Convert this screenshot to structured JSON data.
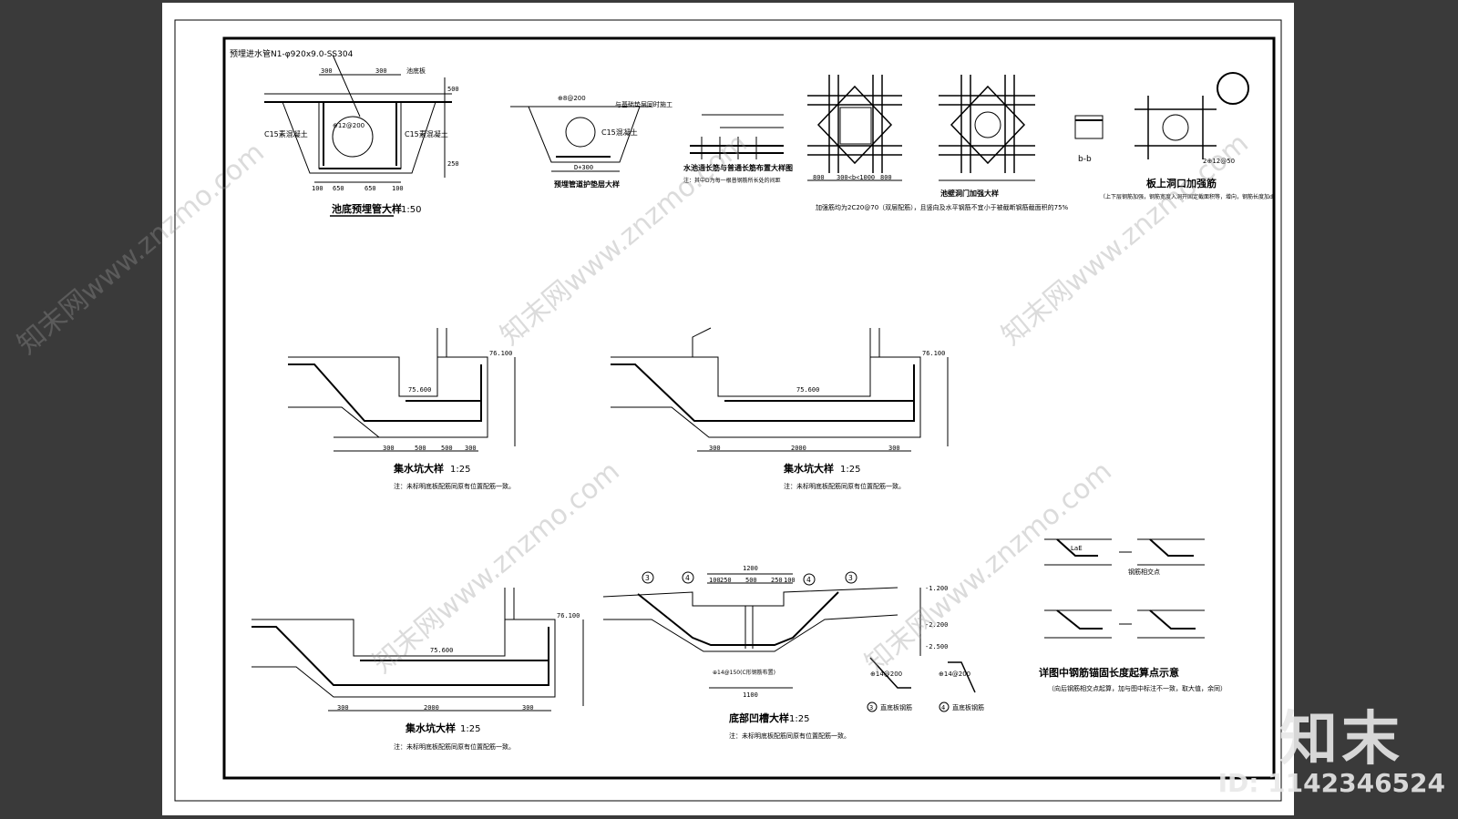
{
  "drawing": {
    "pool_pipe": {
      "note": "预埋进水管N1-φ920x9.0-SS304",
      "title": "池底预埋管大样",
      "scale": "1:50",
      "concrete_left": "C15素混凝土",
      "concrete_right": "C15素混凝土",
      "rebar": "⊕12@200",
      "pool_bottom": "池底板",
      "dims": [
        "300",
        "300",
        "650",
        "650",
        "100",
        "100",
        "500",
        "250"
      ]
    },
    "pipe_protect": {
      "title": "预埋管道护垫层大样",
      "concrete": "C15混凝土",
      "rebar": "⊕8@200",
      "note": "与基础垫层同时施工",
      "dim": "D+300"
    },
    "rebar_layout": {
      "title": "水池通长筋与普通长筋布置大样图",
      "note": "注：其中D为每一根普钢筋所长处的间距"
    },
    "wall_opening": {
      "title": "池壁洞门加强大样",
      "note": "加强筋均为2C20@70（双层配筋），且竖向及水平钢筋不宜小于被截断钢筋截面积的75%",
      "dims": [
        "800",
        "300<b<1000",
        "800"
      ]
    },
    "slab_opening": {
      "title": "板上洞口加强筋",
      "section": "b-b",
      "note": "（上下层钢筋加强，钢筋宽度入洞开固定截面积等，增向，钢筋长度加d）",
      "rebar": "2⊕12@50"
    },
    "sump1": {
      "title": "集水坑大样",
      "scale": "1:25",
      "note": "注：未标明底板配筋同原有位置配筋一致。",
      "elev_top": "76.100",
      "elev_bottom": "75.600",
      "dims": [
        "300",
        "500",
        "500",
        "300"
      ]
    },
    "sump2": {
      "title": "集水坑大样",
      "scale": "1:25",
      "note": "注：未标明底板配筋同原有位置配筋一致。",
      "elev_top": "76.100",
      "elev_bottom": "75.600",
      "dims": [
        "300",
        "2000",
        "300"
      ]
    },
    "sump3": {
      "title": "集水坑大样",
      "scale": "1:25",
      "note": "注：未标明底板配筋同原有位置配筋一致。",
      "elev_top": "76.100",
      "elev_bottom": "75.600",
      "dims": [
        "300",
        "2000",
        "300"
      ]
    },
    "groove": {
      "title": "底部凹槽大样",
      "scale": "1:25",
      "note": "注：未标明底板配筋同原有位置配筋一致。",
      "top_dims": [
        "1200",
        "100",
        "250",
        "500",
        "250",
        "100"
      ],
      "bottom_dims": [
        "1100"
      ],
      "rebar": "⊕14@150(C形钢筋布置)",
      "elevs": [
        "-1.200",
        "-2.200",
        "-2.500"
      ],
      "markers": [
        "3",
        "4",
        "3",
        "4"
      ]
    },
    "bend_details": {
      "items": [
        {
          "marker": "3",
          "label": "直底板钢筋",
          "rebar": "⊕14@200"
        },
        {
          "marker": "4",
          "label": "直底板钢筋",
          "rebar": "⊕14@200"
        }
      ]
    },
    "anchor": {
      "title": "详图中钢筋锚固长度起算点示意",
      "note": "（向后钢筋相交点起算，加与图中标注不一致，取大值，余同）",
      "label_la": "LaE",
      "label_cross": "钢筋相交点"
    }
  },
  "watermark": {
    "text": "知末网www.znzmo.com"
  },
  "brand": {
    "logo": "知末",
    "id": "ID: 1142346524"
  }
}
